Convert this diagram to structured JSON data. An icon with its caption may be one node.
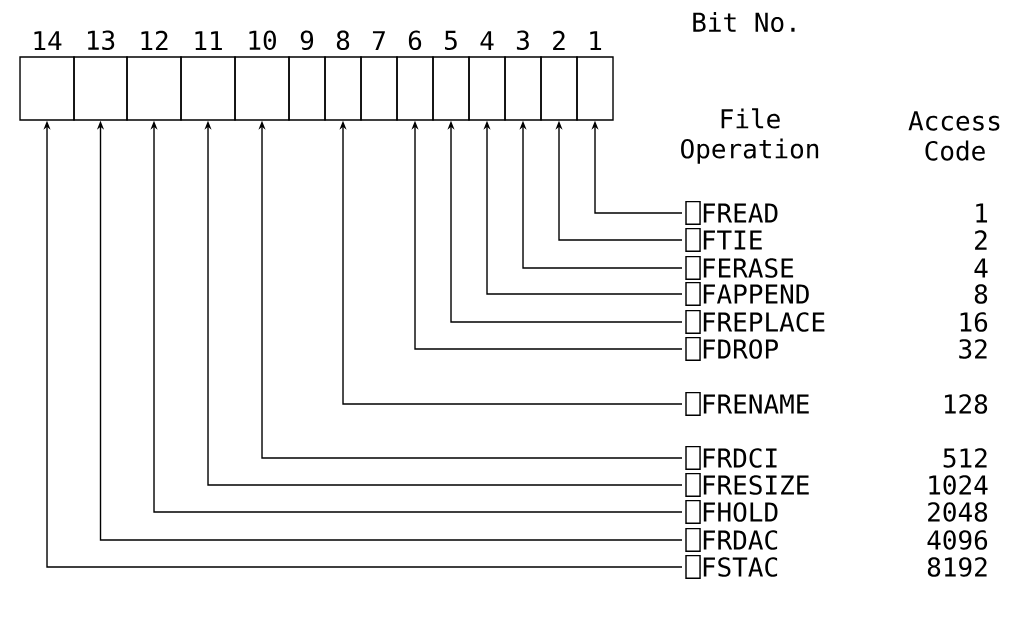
{
  "diagram": {
    "nodes": [
      {
        "text": [
          "14"
        ]
      },
      {
        "text": [
          "13"
        ]
      },
      {
        "text": [
          "12"
        ]
      },
      {
        "text": [
          "11"
        ]
      },
      {
        "text": [
          "10"
        ]
      },
      {
        "text": [
          "9"
        ]
      },
      {
        "text": [
          "8"
        ]
      },
      {
        "text": [
          "7"
        ]
      },
      {
        "text": [
          "6"
        ]
      },
      {
        "text": [
          "5"
        ]
      },
      {
        "text": [
          "4"
        ]
      },
      {
        "text": [
          "3"
        ]
      },
      {
        "text": [
          "2"
        ]
      },
      {
        "text": [
          "1"
        ]
      },
      {
        "text": [
          "⎕FREAD"
        ]
      },
      {
        "text": [
          "⎕FTIE"
        ]
      },
      {
        "text": [
          "⎕FERASE"
        ]
      },
      {
        "text": [
          "⎕FAPPEND"
        ]
      },
      {
        "text": [
          "⎕FREPLACE"
        ]
      },
      {
        "text": [
          "⎕FDROP"
        ]
      },
      {
        "text": [
          "⎕FRENAME"
        ]
      },
      {
        "text": [
          "⎕FRDCI"
        ]
      },
      {
        "text": [
          "⎕FRESIZE"
        ]
      },
      {
        "text": [
          "⎕FHOLD"
        ]
      },
      {
        "text": [
          "⎕FRDAC"
        ]
      },
      {
        "text": [
          "⎕FSTAC"
        ]
      }
    ],
    "edges": [
      {
        "from": 14,
        "to": 13,
        "arrow": "to"
      },
      {
        "from": 15,
        "to": 12,
        "arrow": "to"
      },
      {
        "from": 16,
        "to": 11,
        "arrow": "to"
      },
      {
        "from": 17,
        "to": 10,
        "arrow": "to"
      },
      {
        "from": 18,
        "to": 9,
        "arrow": "to"
      },
      {
        "from": 19,
        "to": 8,
        "arrow": "to"
      },
      {
        "from": 20,
        "to": 6,
        "arrow": "to"
      },
      {
        "from": 21,
        "to": 4,
        "arrow": "to"
      },
      {
        "from": 22,
        "to": 3,
        "arrow": "to"
      },
      {
        "from": 23,
        "to": 2,
        "arrow": "to"
      },
      {
        "from": 24,
        "to": 1,
        "arrow": "to"
      },
      {
        "from": 25,
        "to": 0,
        "arrow": "to"
      }
    ],
    "labels": [
      "Bit No.",
      "File Operation",
      "Access Code",
      "1",
      "2",
      "4",
      "8",
      "16",
      "32",
      "128",
      "512",
      "1024",
      "2048",
      "4096",
      "8192"
    ]
  }
}
